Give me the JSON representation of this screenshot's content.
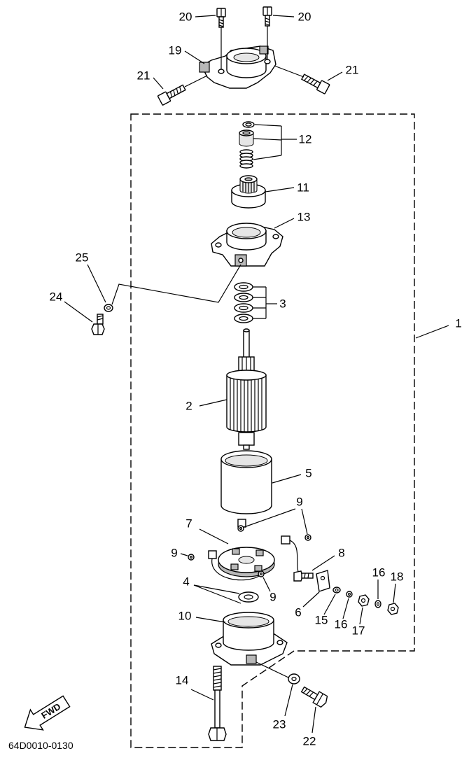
{
  "diagram": {
    "callouts": [
      "20",
      "20",
      "19",
      "21",
      "21",
      "12",
      "11",
      "13",
      "25",
      "24",
      "3",
      "1",
      "2",
      "5",
      "9",
      "7",
      "9",
      "8",
      "4",
      "9",
      "16",
      "18",
      "6",
      "15",
      "16",
      "17",
      "10",
      "14",
      "23",
      "22"
    ],
    "fwd_label": "FWD",
    "drawing_code": "64D0010-0130"
  }
}
